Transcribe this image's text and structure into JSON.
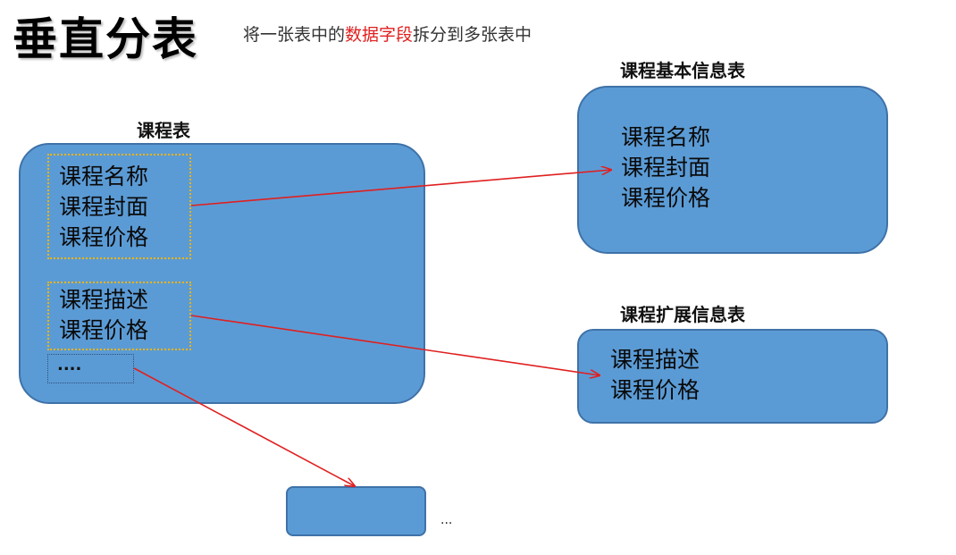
{
  "title": "垂直分表",
  "subtitle": {
    "prefix": "将一张表中的",
    "highlight": "数据字段",
    "suffix": "拆分到多张表中"
  },
  "source_table": {
    "label": "课程表",
    "group1": [
      "课程名称",
      "课程封面",
      "课程价格"
    ],
    "group2": [
      "课程描述",
      "课程价格"
    ],
    "more": "...."
  },
  "basic_table": {
    "label": "课程基本信息表",
    "fields": [
      "课程名称",
      "课程封面",
      "课程价格"
    ]
  },
  "extended_table": {
    "label": "课程扩展信息表",
    "fields": [
      "课程描述",
      "课程价格"
    ]
  },
  "other_table": {
    "ellipsis": "..."
  },
  "colors": {
    "box_fill": "#5b9bd5",
    "box_border": "#3f72a8",
    "group_outline": "#f0b400",
    "arrow": "#e02020"
  }
}
